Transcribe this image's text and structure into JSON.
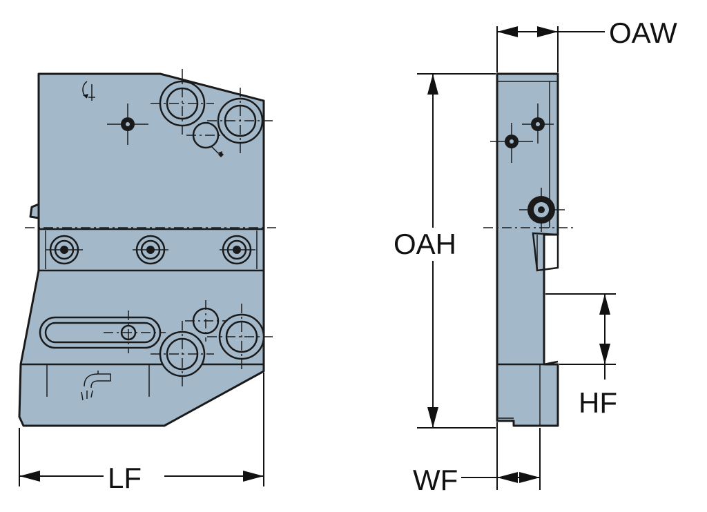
{
  "colors": {
    "part_fill": "#a3b9ca",
    "outline": "#1a1a1a",
    "background": "#ffffff"
  },
  "dimensions": {
    "oaw": "OAW",
    "oah": "OAH",
    "hf": "HF",
    "lf": "LF",
    "wf": "WF"
  },
  "icons": [
    "rotation-symbol-icon",
    "coolant-symbol-icon",
    "coolant-tap-icon"
  ]
}
